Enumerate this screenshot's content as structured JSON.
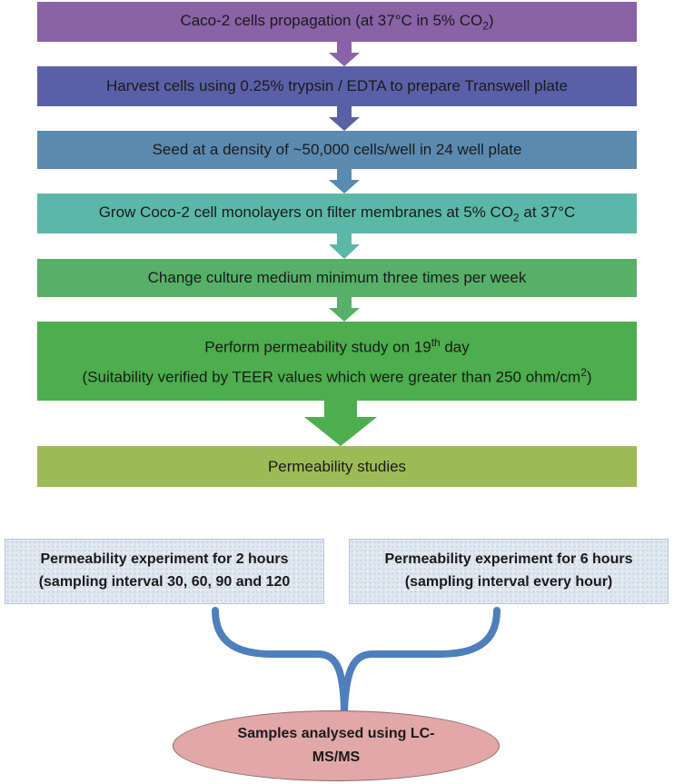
{
  "colors": {
    "step1": "#8a62a6",
    "step2": "#5a60a8",
    "step3": "#5b8ab0",
    "step4": "#5bb8a8",
    "step5": "#56b068",
    "step6": "#4cae4c",
    "step7": "#9dbb55",
    "arrow_light": "#8a62a6",
    "ellipse": "#e2a7a7"
  },
  "steps": {
    "s1": {
      "text": "Caco-2 cells propagation (at 37°C in 5% CO",
      "sub": "2",
      "close": ")"
    },
    "s2": {
      "text": "Harvest cells using 0.25% trypsin / EDTA to prepare Transwell plate"
    },
    "s3": {
      "text": "Seed at a density of ~50,000 cells/well in 24 well plate"
    },
    "s4": {
      "pre": "Grow Coco-2 cell monolayers on filter membranes at 5% CO",
      "sub": "2",
      "post": " at 37°C"
    },
    "s5": {
      "text": "Change culture medium minimum three times per week"
    },
    "s6": {
      "line1_pre": "Perform permeability study on 19",
      "line1_sup": "th",
      "line1_post": " day",
      "line2_pre": "(Suitability verified by TEER values which were greater than 250 ohm/cm",
      "line2_sup": "2",
      "line2_post": ")"
    },
    "s7": {
      "text": "Permeability studies"
    }
  },
  "branches": {
    "left": {
      "line1": "Permeability experiment for 2 hours",
      "line2": "(sampling interval 30, 60, 90 and 120"
    },
    "right": {
      "line1": "Permeability experiment for 6 hours",
      "line2": "(sampling interval every hour)"
    }
  },
  "result": {
    "line1": "Samples analysed using LC-",
    "line2": "MS/MS"
  }
}
